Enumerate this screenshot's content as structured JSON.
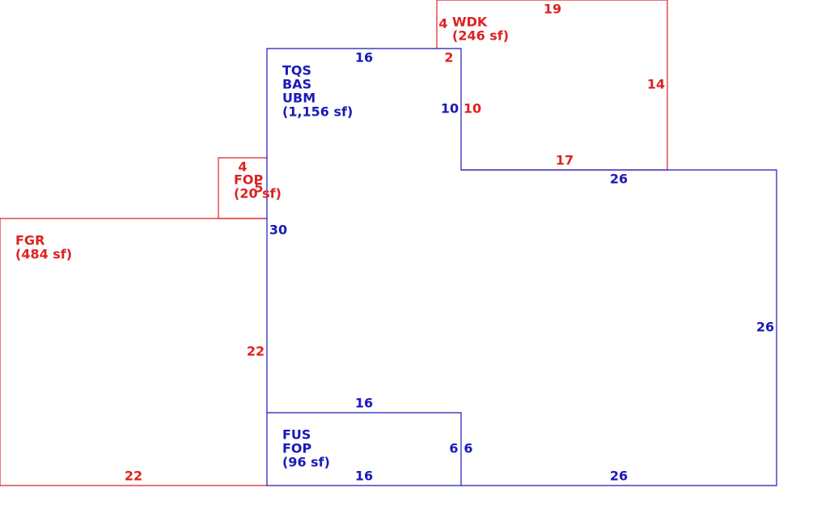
{
  "colors": {
    "red": "#dd2222",
    "blue": "#1a1ab8"
  },
  "areas": {
    "main": {
      "codes": [
        "TQS",
        "BAS",
        "UBM"
      ],
      "area": "(1,156 sf)"
    },
    "wdk": {
      "code": "WDK",
      "area": "(246 sf)"
    },
    "fop_small": {
      "code": "FOP",
      "area": "(20 sf)"
    },
    "fgr": {
      "code": "FGR",
      "area": "(484 sf)"
    },
    "fus": {
      "codes": [
        "FUS",
        "FOP"
      ],
      "area": "(96 sf)"
    }
  },
  "dimensions": {
    "main_top": "16",
    "main_left_upper": "30",
    "main_step_inner": "10",
    "main_step_top": "26",
    "main_right": "26",
    "main_bottom_right": "26",
    "wdk_left": "4",
    "wdk_top": "19",
    "wdk_right": "14",
    "wdk_bottom": "17",
    "wdk_inner_small": "2",
    "wdk_inner_left": "10",
    "fop_top": "4",
    "fop_side": "5",
    "fgr_right": "22",
    "fgr_bottom": "22",
    "fus_top": "16",
    "fus_bottom": "16",
    "fus_right_inner": "6",
    "fus_right_outer": "6"
  }
}
